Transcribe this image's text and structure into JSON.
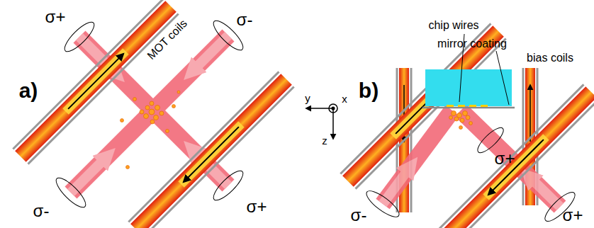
{
  "diagram": {
    "labels": [
      "σ+",
      "MOT coils",
      "σ-",
      "a)",
      "σ-",
      "σ+",
      "y",
      "x",
      "z",
      "b)",
      "chip wires",
      "mirror coating",
      "bias coils",
      "σ+",
      "σ-",
      "σ+"
    ]
  }
}
